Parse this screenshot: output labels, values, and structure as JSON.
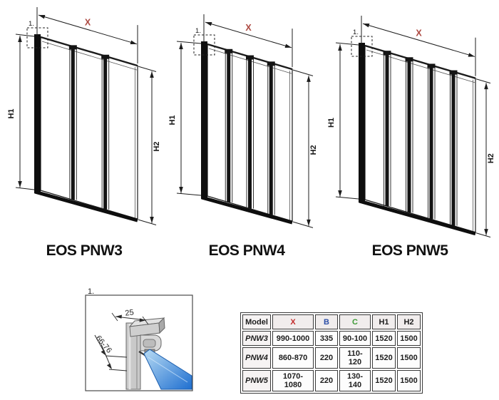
{
  "page": {
    "background": "#ffffff"
  },
  "diagram_labels": {
    "x": "X",
    "h1": "H1",
    "h2": "H2",
    "detail_ref": "1."
  },
  "diagrams": [
    {
      "name": "EOS PNW3",
      "panels": 3
    },
    {
      "name": "EOS PNW4",
      "panels": 4
    },
    {
      "name": "EOS PNW5",
      "panels": 5
    }
  ],
  "detail": {
    "label": "1.",
    "dim_width": "25",
    "dim_adjust": "66-76"
  },
  "table": {
    "headers": [
      "Model",
      "X",
      "B",
      "C",
      "H1",
      "H2"
    ],
    "header_colors": [
      "#1d1d1d",
      "#c22a2a",
      "#2c4fa8",
      "#3c9a35",
      "#1d1d1d",
      "#1d1d1d"
    ],
    "rows": [
      [
        "PNW3",
        "990-1000",
        "335",
        "90-100",
        "1520",
        "1500"
      ],
      [
        "PNW4",
        "860-870",
        "220",
        "110-120",
        "1520",
        "1500"
      ],
      [
        "PNW5",
        "1070-1080",
        "220",
        "130-140",
        "1520",
        "1500"
      ]
    ]
  },
  "colors": {
    "line": "#1c1c1c",
    "dim_x_red": "#ad4a42",
    "glass_blue_light": "#a6d0ef",
    "glass_blue_dark": "#1f6fd0",
    "profile_gray": "#c9c9c9"
  }
}
